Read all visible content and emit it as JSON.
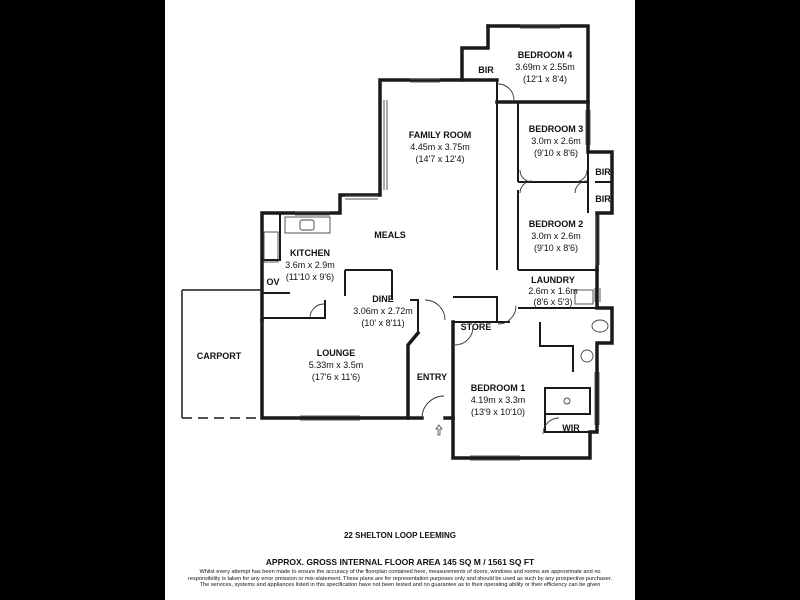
{
  "rooms": {
    "bedroom4": {
      "name": "BEDROOM 4",
      "metric": "3.69m x 2.55m",
      "imperial": "(12'1 x 8'4)"
    },
    "bir_top": {
      "name": "BIR"
    },
    "family": {
      "name": "FAMILY ROOM",
      "metric": "4.45m x 3.75m",
      "imperial": "(14'7 x 12'4)"
    },
    "bedroom3": {
      "name": "BEDROOM 3",
      "metric": "3.0m x 2.6m",
      "imperial": "(9'10 x 8'6)"
    },
    "bir_a": {
      "name": "BIR"
    },
    "bir_b": {
      "name": "BIR"
    },
    "bedroom2": {
      "name": "BEDROOM 2",
      "metric": "3.0m x 2.6m",
      "imperial": "(9'10 x 8'6)"
    },
    "meals": {
      "name": "MEALS"
    },
    "kitchen": {
      "name": "KITCHEN",
      "metric": "3.6m x 2.9m",
      "imperial": "(11'10 x 9'6)"
    },
    "ov": {
      "name": "OV"
    },
    "laundry": {
      "name": "LAUNDRY",
      "metric": "2.6m x 1.6m",
      "imperial": "(8'6 x 5'3)"
    },
    "dine": {
      "name": "DINE",
      "metric": "3.06m x 2.72m",
      "imperial": "(10' x 8'11)"
    },
    "store": {
      "name": "STORE"
    },
    "carport": {
      "name": "CARPORT"
    },
    "lounge": {
      "name": "LOUNGE",
      "metric": "5.33m x 3.5m",
      "imperial": "(17'6 x 11'6)"
    },
    "entry": {
      "name": "ENTRY"
    },
    "bedroom1": {
      "name": "BEDROOM 1",
      "metric": "4.19m x 3.3m",
      "imperial": "(13'9 x 10'10)"
    },
    "wir": {
      "name": "WIR"
    }
  },
  "footer": {
    "address": "22 SHELTON LOOP LEEMING",
    "area": "APPROX. GROSS INTERNAL FLOOR AREA 145 SQ M / 1561 SQ FT",
    "disclaimer": "Whilst every attempt has been made to ensure the accuracy of the floorplan contained here, measurements of doors, windows and rooms are approximate and no responsibility is taken for any error omission or mis-statement. These plans are for representation purposes only and should be used as such by any prospective purchaser. The services, systems and appliances listed in this specification have not been tested and no guarantee as to their operating ability or their efficiency can be given"
  }
}
